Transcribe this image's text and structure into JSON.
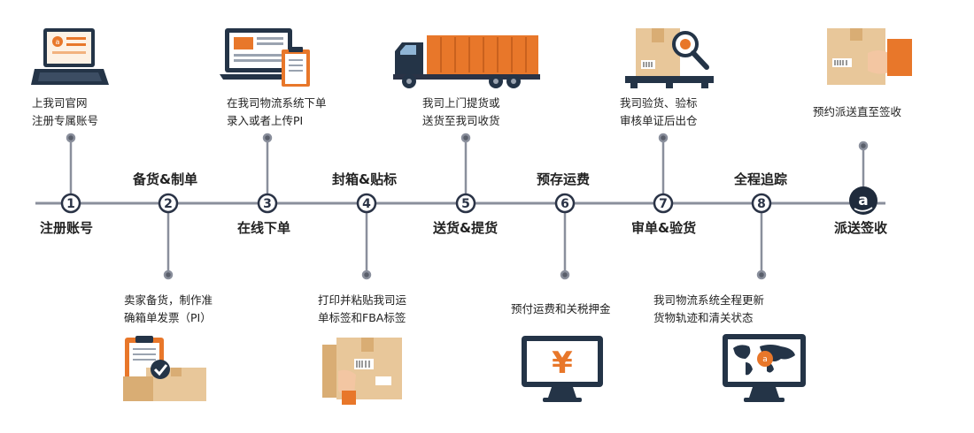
{
  "colors": {
    "line": "#8a8f9c",
    "node_stroke": "#2a3346",
    "navy": "#243447",
    "orange": "#e8772a",
    "box": "#e8c79a"
  },
  "steps": [
    {
      "number": "1",
      "title": "注册账号",
      "desc": [
        "上我司官网",
        "注册专属账号"
      ],
      "icon": "laptop-amazon-icon"
    },
    {
      "number": "2",
      "title": "备货&制单",
      "desc": [
        "卖家备货，制作准",
        "确箱单发票（PI）"
      ],
      "icon": "clipboard-boxes-icon"
    },
    {
      "number": "3",
      "title": "在线下单",
      "desc": [
        "在我司物流系统下单",
        "录入或者上传PI"
      ],
      "icon": "monitor-document-icon"
    },
    {
      "number": "4",
      "title": "封箱&贴标",
      "desc": [
        "打印并粘贴我司运",
        "单标签和FBA标签"
      ],
      "icon": "hand-labeling-box-icon"
    },
    {
      "number": "5",
      "title": "送货&提货",
      "desc": [
        "我司上门提货或",
        "送货至我司收货"
      ],
      "icon": "delivery-truck-icon"
    },
    {
      "number": "6",
      "title": "预存运费",
      "desc": [
        "预付运费和关税押金"
      ],
      "icon": "yuan-monitor-icon"
    },
    {
      "number": "7",
      "title": "审单&验货",
      "desc": [
        "我司验货、验标",
        "审核单证后出仓"
      ],
      "icon": "box-inspection-icon"
    },
    {
      "number": "8",
      "title": "全程追踪",
      "desc": [
        "我司物流系统全程更新",
        "货物轨迹和清关状态"
      ],
      "icon": "world-map-tracking-icon"
    }
  ],
  "final": {
    "title": "派送签收",
    "desc": [
      "预约派送直至签收"
    ],
    "icon": "delivered-package-icon",
    "node_letter": "a"
  }
}
